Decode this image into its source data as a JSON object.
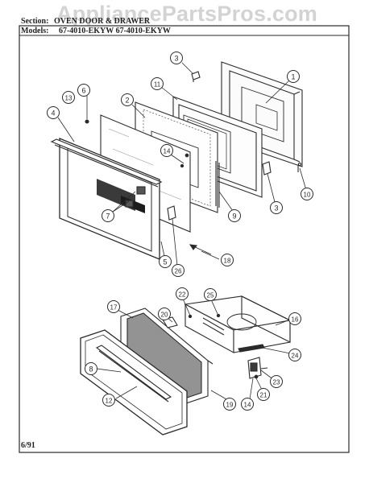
{
  "header": {
    "section_label": "Section:",
    "section_value": "OVEN DOOR & DRAWER",
    "models_label": "Models:",
    "models_value": "67-4010-EKYW  67-4010-EKYW"
  },
  "watermark": "AppliancePartsPros.com",
  "footer": {
    "date": "6/91"
  },
  "callouts": {
    "c1": "1",
    "c2": "2",
    "c3a": "3",
    "c3b": "3",
    "c4": "4",
    "c5": "5",
    "c6": "6",
    "c7": "7",
    "c8": "8",
    "c9": "9",
    "c10": "10",
    "c11": "11",
    "c12": "12",
    "c13": "13",
    "c14a": "14",
    "c14b": "14",
    "c16": "16",
    "c17": "17",
    "c18": "18",
    "c19": "19",
    "c20": "20",
    "c21": "21",
    "c22": "22",
    "c23": "23",
    "c24": "24",
    "c25": "25",
    "c26": "26"
  },
  "colors": {
    "ink": "#2a2a2a",
    "paper": "#ffffff",
    "watermark": "#969696"
  }
}
